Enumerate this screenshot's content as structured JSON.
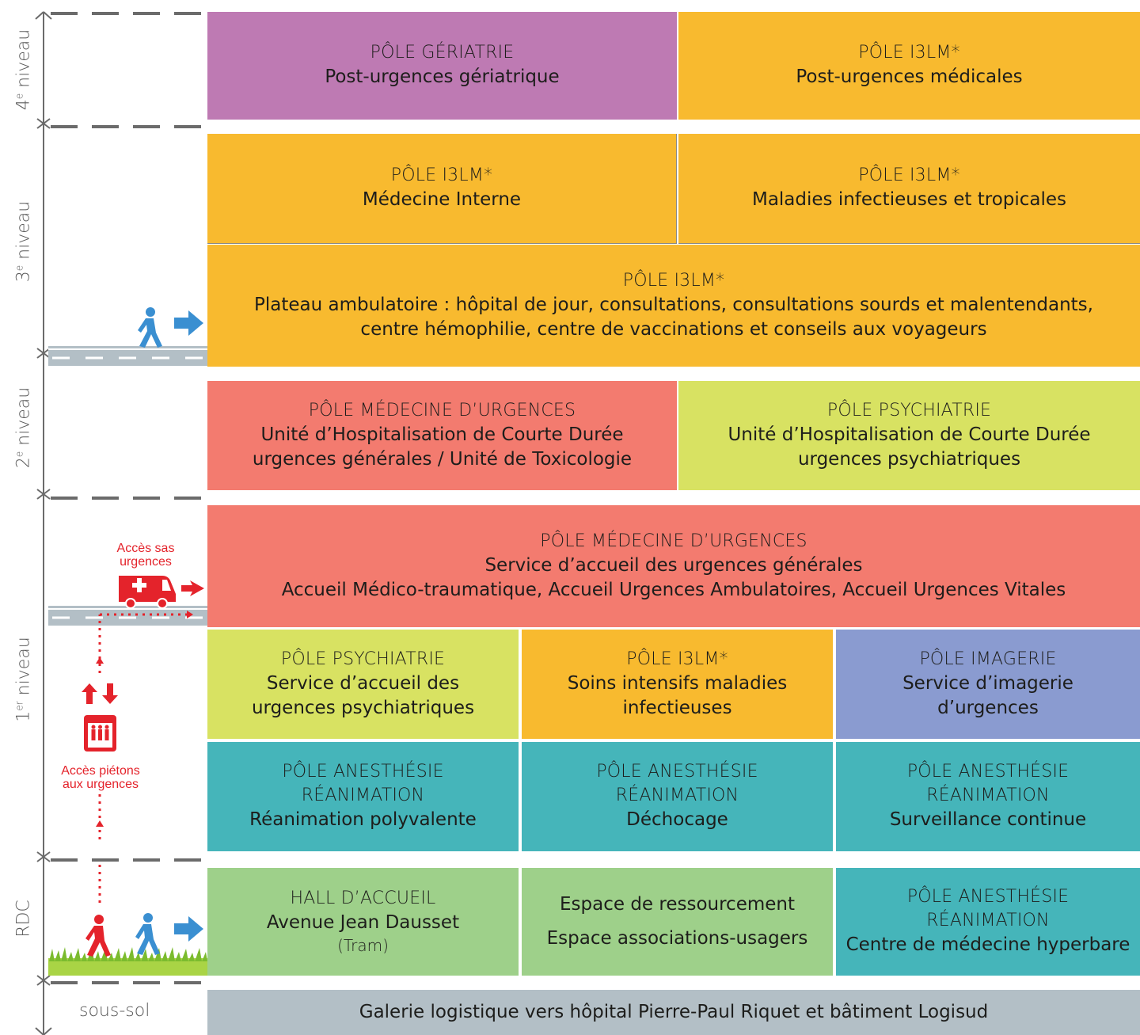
{
  "colors": {
    "geriatrie": "#be7ab3",
    "i3lm": "#f8ba2f",
    "urgences": "#f37b6f",
    "psychiatrie": "#d8e262",
    "imagerie": "#8a9bd0",
    "anesthesie": "#45b5ba",
    "hall": "#9ed08a",
    "sous_sol": "#b3bfc6",
    "accent_red": "#e4232b",
    "accent_blue": "#3a8fd1"
  },
  "levels": {
    "n4": {
      "num": "4",
      "sup": "e",
      "word": " niveau"
    },
    "n3": {
      "num": "3",
      "sup": "e",
      "word": " niveau"
    },
    "n2": {
      "num": "2",
      "sup": "e",
      "word": " niveau"
    },
    "n1": {
      "num": "1",
      "sup": "er",
      "word": " niveau"
    },
    "rdc": "RDC",
    "sous_sol": "sous-sol"
  },
  "access": {
    "sas_urgences": "Accès sas urgences",
    "pietons_urgences": "Accès piétons aux urgences"
  },
  "level4": {
    "geriatrie": {
      "pole": "PÔLE GÉRIATRIE",
      "service": "Post-urgences gériatrique"
    },
    "i3lm": {
      "pole": "PÔLE I3LM*",
      "service": "Post-urgences médicales"
    }
  },
  "level3": {
    "medecine_interne": {
      "pole": "PÔLE I3LM*",
      "service": "Médecine Interne"
    },
    "maladies_infectieuses": {
      "pole": "PÔLE I3LM*",
      "service": "Maladies infectieuses et tropicales"
    },
    "plateau": {
      "pole": "PÔLE I3LM*",
      "line1": "Plateau ambulatoire : hôpital de jour, consultations, consultations sourds et malentendants,",
      "line2": "centre hémophilie, centre de vaccinations et conseils aux voyageurs"
    }
  },
  "level2": {
    "urgences": {
      "pole": "PÔLE MÉDECINE D’URGENCES",
      "line1": "Unité d’Hospitalisation de Courte Durée",
      "line2": "urgences générales / Unité de Toxicologie"
    },
    "psychiatrie": {
      "pole": "PÔLE PSYCHIATRIE",
      "line1": "Unité d’Hospitalisation de Courte Durée",
      "line2": "urgences psychiatriques"
    }
  },
  "level1": {
    "accueil_urgences": {
      "pole": "PÔLE MÉDECINE D’URGENCES",
      "line1": "Service d’accueil des urgences générales",
      "line2": "Accueil Médico-traumatique, Accueil Urgences Ambulatoires, Accueil Urgences Vitales"
    },
    "psychiatrie": {
      "pole": "PÔLE PSYCHIATRIE",
      "line1": "Service d’accueil des",
      "line2": "urgences psychiatriques"
    },
    "soins_intensifs": {
      "pole": "PÔLE I3LM*",
      "line1": "Soins intensifs maladies",
      "line2": "infectieuses"
    },
    "imagerie": {
      "pole": "PÔLE IMAGERIE",
      "line1": "Service d’imagerie",
      "line2": "d’urgences"
    },
    "rea_polyvalente": {
      "pole1": "PÔLE ANESTHÉSIE",
      "pole2": "RÉANIMATION",
      "service": "Réanimation polyvalente"
    },
    "dechocage": {
      "pole1": "PÔLE ANESTHÉSIE",
      "pole2": "RÉANIMATION",
      "service": "Déchocage"
    },
    "surveillance": {
      "pole1": "PÔLE ANESTHÉSIE",
      "pole2": "RÉANIMATION",
      "service": "Surveillance continue"
    }
  },
  "rdc": {
    "hall": {
      "pole": "HALL D’ACCUEIL",
      "service": "Avenue Jean Dausset",
      "note": "(Tram)"
    },
    "espaces": {
      "line1": "Espace de ressourcement",
      "line2": "Espace associations-usagers"
    },
    "hyperbare": {
      "pole1": "PÔLE ANESTHÉSIE",
      "pole2": "RÉANIMATION",
      "service": "Centre de médecine hyperbare"
    }
  },
  "basement": {
    "galerie": "Galerie logistique vers hôpital Pierre-Paul Riquet et bâtiment Logisud"
  }
}
